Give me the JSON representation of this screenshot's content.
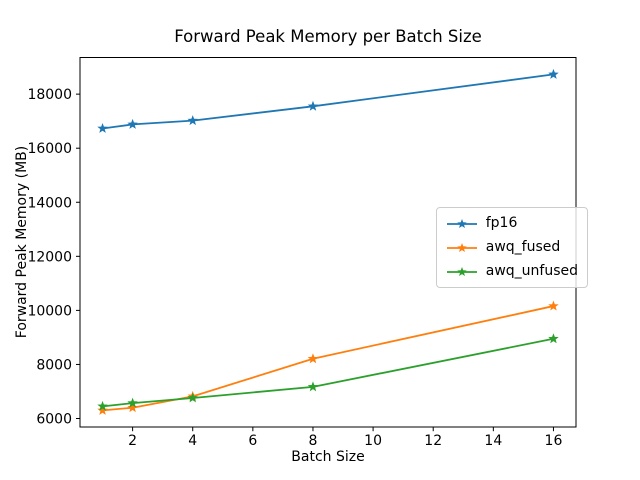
{
  "chart_data": {
    "type": "line",
    "title": "Forward Peak Memory per Batch Size",
    "xlabel": "Batch Size",
    "ylabel": "Forward Peak Memory (MB)",
    "x": [
      1,
      2,
      4,
      8,
      16
    ],
    "series": [
      {
        "name": "fp16",
        "color": "#1f77b4",
        "values": [
          16730,
          16880,
          17020,
          17550,
          18730
        ]
      },
      {
        "name": "awq_fused",
        "color": "#ff7f0e",
        "values": [
          6300,
          6400,
          6820,
          8210,
          10160
        ]
      },
      {
        "name": "awq_unfused",
        "color": "#2ca02c",
        "values": [
          6450,
          6570,
          6760,
          7170,
          8950
        ]
      }
    ],
    "xticks": [
      2,
      4,
      6,
      8,
      10,
      12,
      14,
      16
    ],
    "yticks": [
      6000,
      8000,
      10000,
      12000,
      14000,
      16000,
      18000
    ],
    "xlim": [
      0.25,
      16.75
    ],
    "marker": "star",
    "grid": false,
    "legend_position": "center right",
    "axis_color": "#000000",
    "legend_border_color": "#cccccc",
    "background_color": "#ffffff"
  }
}
